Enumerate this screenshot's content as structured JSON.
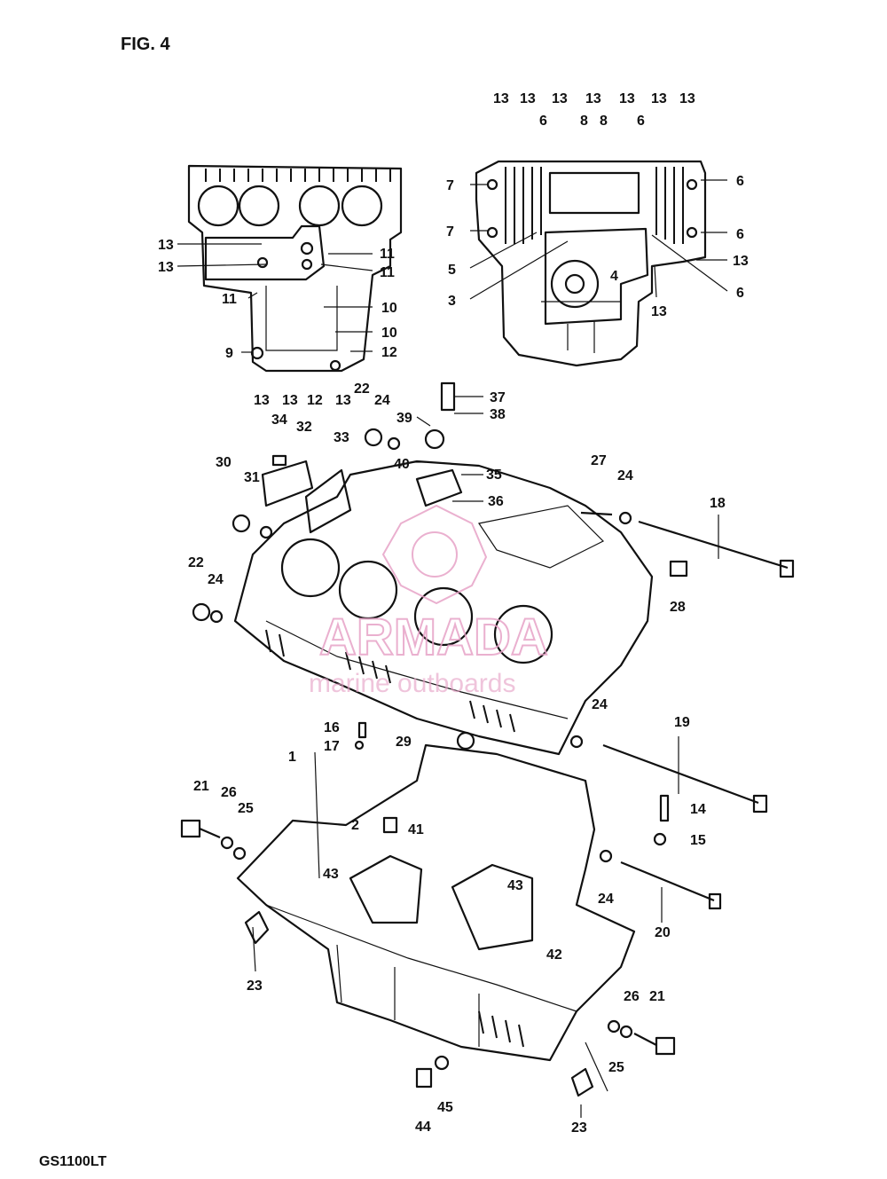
{
  "figure_label": "FIG. 4",
  "model_label": "GS1100LT",
  "watermark": {
    "brand": "ARMADA",
    "subtitle": "marine outboards"
  },
  "callouts": [
    {
      "id": "13",
      "label": "13"
    },
    {
      "id": "13b",
      "label": "13"
    },
    {
      "id": "13c",
      "label": "13"
    },
    {
      "id": "13d",
      "label": "13"
    },
    {
      "id": "13e",
      "label": "13"
    },
    {
      "id": "13f",
      "label": "13"
    },
    {
      "id": "13g",
      "label": "13"
    },
    {
      "id": "6a",
      "label": "6"
    },
    {
      "id": "8a",
      "label": "8"
    },
    {
      "id": "8b",
      "label": "8"
    },
    {
      "id": "6b",
      "label": "6"
    },
    {
      "id": "7a",
      "label": "7"
    },
    {
      "id": "7b",
      "label": "7"
    },
    {
      "id": "6c",
      "label": "6"
    },
    {
      "id": "6d",
      "label": "6"
    },
    {
      "id": "13h",
      "label": "13"
    },
    {
      "id": "5",
      "label": "5"
    },
    {
      "id": "4",
      "label": "4"
    },
    {
      "id": "3",
      "label": "3"
    },
    {
      "id": "6e",
      "label": "6"
    },
    {
      "id": "13i",
      "label": "13"
    },
    {
      "id": "13j",
      "label": "13"
    },
    {
      "id": "13k",
      "label": "13"
    },
    {
      "id": "11a",
      "label": "11"
    },
    {
      "id": "11b",
      "label": "11"
    },
    {
      "id": "11c",
      "label": "11"
    },
    {
      "id": "10a",
      "label": "10"
    },
    {
      "id": "10b",
      "label": "10"
    },
    {
      "id": "9",
      "label": "9"
    },
    {
      "id": "12a",
      "label": "12"
    },
    {
      "id": "13l",
      "label": "13"
    },
    {
      "id": "13m",
      "label": "13"
    },
    {
      "id": "12b",
      "label": "12"
    },
    {
      "id": "13n",
      "label": "13"
    },
    {
      "id": "22a",
      "label": "22"
    },
    {
      "id": "24a",
      "label": "24"
    },
    {
      "id": "37",
      "label": "37"
    },
    {
      "id": "38",
      "label": "38"
    },
    {
      "id": "39",
      "label": "39"
    },
    {
      "id": "34",
      "label": "34"
    },
    {
      "id": "32",
      "label": "32"
    },
    {
      "id": "33",
      "label": "33"
    },
    {
      "id": "40",
      "label": "40"
    },
    {
      "id": "35",
      "label": "35"
    },
    {
      "id": "36",
      "label": "36"
    },
    {
      "id": "27",
      "label": "27"
    },
    {
      "id": "24b",
      "label": "24"
    },
    {
      "id": "18",
      "label": "18"
    },
    {
      "id": "30",
      "label": "30"
    },
    {
      "id": "31",
      "label": "31"
    },
    {
      "id": "28",
      "label": "28"
    },
    {
      "id": "22b",
      "label": "22"
    },
    {
      "id": "24c",
      "label": "24"
    },
    {
      "id": "16",
      "label": "16"
    },
    {
      "id": "17",
      "label": "17"
    },
    {
      "id": "29",
      "label": "29"
    },
    {
      "id": "24d",
      "label": "24"
    },
    {
      "id": "19",
      "label": "19"
    },
    {
      "id": "1",
      "label": "1"
    },
    {
      "id": "21a",
      "label": "21"
    },
    {
      "id": "26a",
      "label": "26"
    },
    {
      "id": "25a",
      "label": "25"
    },
    {
      "id": "2",
      "label": "2"
    },
    {
      "id": "41",
      "label": "41"
    },
    {
      "id": "14",
      "label": "14"
    },
    {
      "id": "15",
      "label": "15"
    },
    {
      "id": "43a",
      "label": "43"
    },
    {
      "id": "43b",
      "label": "43"
    },
    {
      "id": "24e",
      "label": "24"
    },
    {
      "id": "20",
      "label": "20"
    },
    {
      "id": "42",
      "label": "42"
    },
    {
      "id": "23a",
      "label": "23"
    },
    {
      "id": "26b",
      "label": "26"
    },
    {
      "id": "21b",
      "label": "21"
    },
    {
      "id": "25b",
      "label": "25"
    },
    {
      "id": "44",
      "label": "44"
    },
    {
      "id": "45",
      "label": "45"
    },
    {
      "id": "23b",
      "label": "23"
    }
  ]
}
